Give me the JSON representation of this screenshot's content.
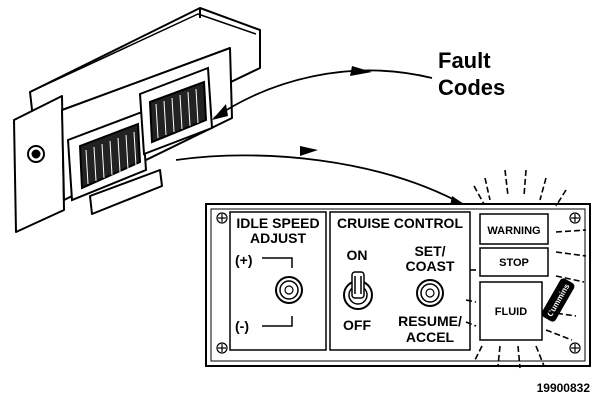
{
  "callout": {
    "line1": "Fault",
    "line2": "Codes"
  },
  "panel": {
    "idle": {
      "title1": "IDLE SPEED",
      "title2": "ADJUST",
      "plus": "(+)",
      "minus": "(-)"
    },
    "cruise": {
      "title": "CRUISE CONTROL",
      "on": "ON",
      "off": "OFF",
      "set1": "SET/",
      "set2": "COAST",
      "res1": "RESUME/",
      "res2": "ACCEL"
    },
    "lamps": {
      "warning": "WARNING",
      "stop": "STOP",
      "fluid": "FLUID",
      "logo": "Cummins"
    }
  },
  "figure_ref": "19900832"
}
